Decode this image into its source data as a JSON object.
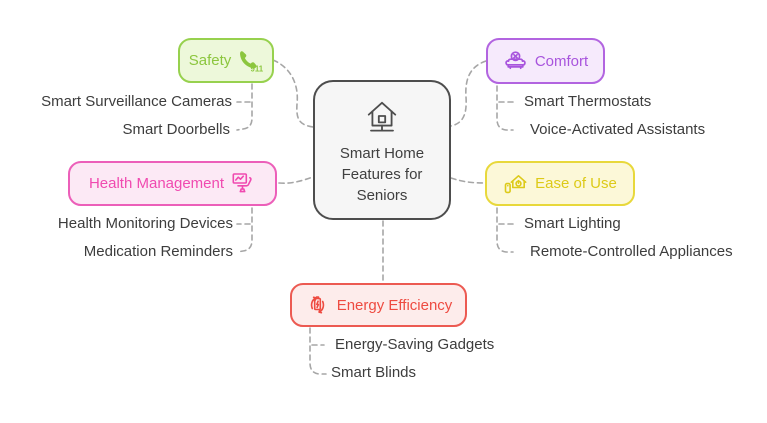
{
  "diagram": {
    "type": "mindmap",
    "center": {
      "label": "Smart Home Features for Seniors",
      "icon": "smart-home-icon"
    },
    "branches": [
      {
        "id": "safety",
        "label": "Safety",
        "icon": "emergency-phone-911-icon",
        "icon_badge": "911",
        "text_color": "#8cc63e",
        "border_color": "#97d14e",
        "bg_color": "#edf8da",
        "children": [
          "Smart Surveillance Cameras",
          "Smart Doorbells"
        ]
      },
      {
        "id": "comfort",
        "label": "Comfort",
        "icon": "armchair-icon",
        "text_color": "#a854dd",
        "border_color": "#b264e0",
        "bg_color": "#f6eafc",
        "children": [
          "Smart Thermostats",
          "Voice-Activated Assistants"
        ]
      },
      {
        "id": "health",
        "label": "Health Management",
        "icon": "health-monitor-chair-icon",
        "text_color": "#f04ab0",
        "border_color": "#ec5fb9",
        "bg_color": "#fce9f5",
        "children": [
          "Health Monitoring Devices",
          "Medication Reminders"
        ]
      },
      {
        "id": "ease",
        "label": "Ease of Use",
        "icon": "smart-home-power-remote-icon",
        "text_color": "#ddca18",
        "border_color": "#e8d83b",
        "bg_color": "#fcf8d8",
        "children": [
          "Smart Lighting",
          "Remote-Controlled Appliances"
        ]
      },
      {
        "id": "energy",
        "label": "Energy Efficiency",
        "icon": "battery-recycle-icon",
        "text_color": "#ee4b41",
        "border_color": "#ec5a52",
        "bg_color": "#fdeceb",
        "children": [
          "Energy-Saving Gadgets",
          "Smart Blinds"
        ]
      }
    ],
    "connector_color": "#a6a6a6",
    "leaf_text_color": "#3d3d3d",
    "center_bg_color": "#f6f6f6",
    "center_border_color": "#4d4d4d"
  }
}
